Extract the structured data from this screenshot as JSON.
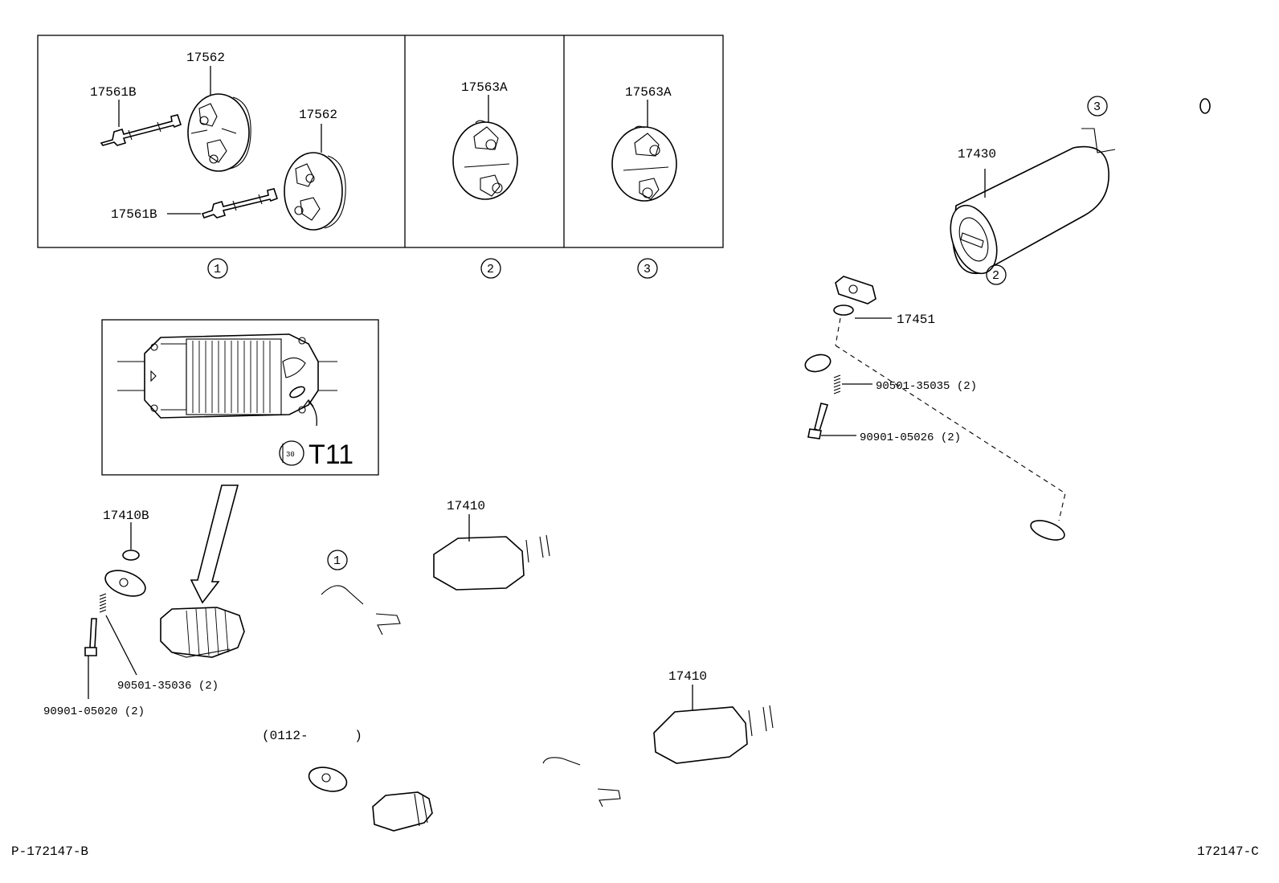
{
  "diagram": {
    "codes": {
      "left": "P-172147-B",
      "right": "172147-C"
    },
    "date_range": "(0112-      )",
    "inset": {
      "torque_code": "T11",
      "torque_symbol": "30"
    },
    "callouts": {
      "c1": "1",
      "c2": "2",
      "c3": "3"
    },
    "parts": {
      "p17562_a": "17562",
      "p17562_b": "17562",
      "p17561B_a": "17561B",
      "p17561B_b": "17561B",
      "p17563A_a": "17563A",
      "p17563A_b": "17563A",
      "p17430": "17430",
      "p17451": "17451",
      "p90501_35035": "90501-35035 (2)",
      "p90901_05026": "90901-05026 (2)",
      "p17410B": "17410B",
      "p17410_upper": "17410",
      "p17410_lower": "17410",
      "p90501_35036": "90501-35036 (2)",
      "p90901_05020": "90901-05020 (2)"
    }
  }
}
